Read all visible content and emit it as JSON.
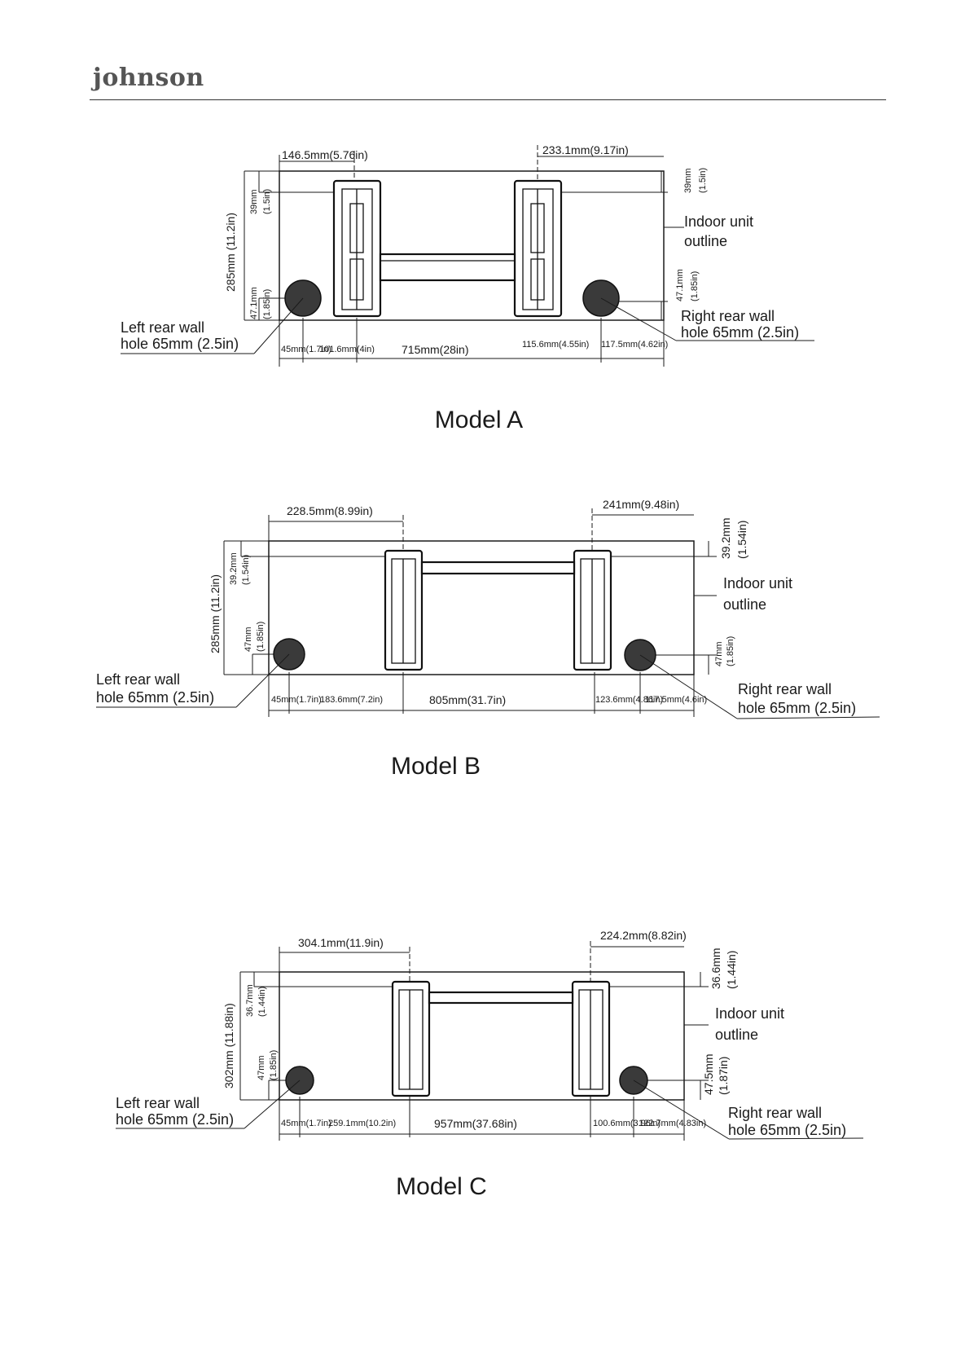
{
  "header": {
    "brand": "johnson"
  },
  "models": [
    {
      "title": "Model A",
      "top_left_dim": "146.5mm(5.76in)",
      "top_right_dim": "233.1mm(9.17in)",
      "top_right_vert": [
        "39mm",
        "(1.5in)"
      ],
      "left_top_vert": [
        "39mm",
        "(1.5in)"
      ],
      "height_dim": "285mm (11.2in)",
      "left_bottom_vert": [
        "47.1mm",
        "(1.85in)"
      ],
      "right_bottom_vert": [
        "47.1mm",
        "(1.85in)"
      ],
      "outline_label": [
        "Indoor unit",
        "outline"
      ],
      "left_hole_label": [
        "Left rear wall",
        "hole 65mm (2.5in)"
      ],
      "right_hole_label": [
        "Right rear wall",
        "hole 65mm (2.5in)"
      ],
      "bottom_dims": [
        "45mm(1.7in)",
        "101.6mm(4in)",
        "715mm(28in)",
        "115.6mm(4.55in)",
        "117.5mm(4.62in)"
      ]
    },
    {
      "title": "Model B",
      "top_left_dim": "228.5mm(8.99in)",
      "top_right_dim": "241mm(9.48in)",
      "top_right_vert": [
        "39.2mm",
        "(1.54in)"
      ],
      "left_top_vert": [
        "39.2mm",
        "(1.54in)"
      ],
      "height_dim": "285mm (11.2in)",
      "left_bottom_vert": [
        "47mm",
        "(1.85in)"
      ],
      "right_bottom_vert": [
        "47mm",
        "(1.85in)"
      ],
      "outline_label": [
        "Indoor unit",
        "outline"
      ],
      "left_hole_label": [
        "Left rear wall",
        "hole 65mm (2.5in)"
      ],
      "right_hole_label": [
        "Right rear wall",
        "hole 65mm (2.5in)"
      ],
      "bottom_dims": [
        "45mm(1.7in)",
        "183.6mm(7.2in)",
        "805mm(31.7in)",
        "123.6mm(4.86in)",
        "117.5mm(4.6in)"
      ]
    },
    {
      "title": "Model C",
      "top_left_dim": "304.1mm(11.9in)",
      "top_right_dim": "224.2mm(8.82in)",
      "top_right_vert": [
        "36.6mm",
        "(1.44in)"
      ],
      "left_top_vert": [
        "36.7mm",
        "(1.44in)"
      ],
      "height_dim": "302mm (11.88in)",
      "left_bottom_vert": [
        "47mm",
        "(1.85in)"
      ],
      "right_bottom_vert": [
        "47.5mm",
        "(1.87in)"
      ],
      "outline_label": [
        "Indoor unit",
        "outline"
      ],
      "left_hole_label": [
        "Left rear wall",
        "hole 65mm (2.5in)"
      ],
      "right_hole_label": [
        "Right rear wall",
        "hole 65mm (2.5in)"
      ],
      "bottom_dims": [
        "45mm(1.7in)",
        "259.1mm(10.2in)",
        "957mm(37.68in)",
        "100.6mm(3.96in)",
        "122.7mm(4.83in)"
      ]
    }
  ]
}
